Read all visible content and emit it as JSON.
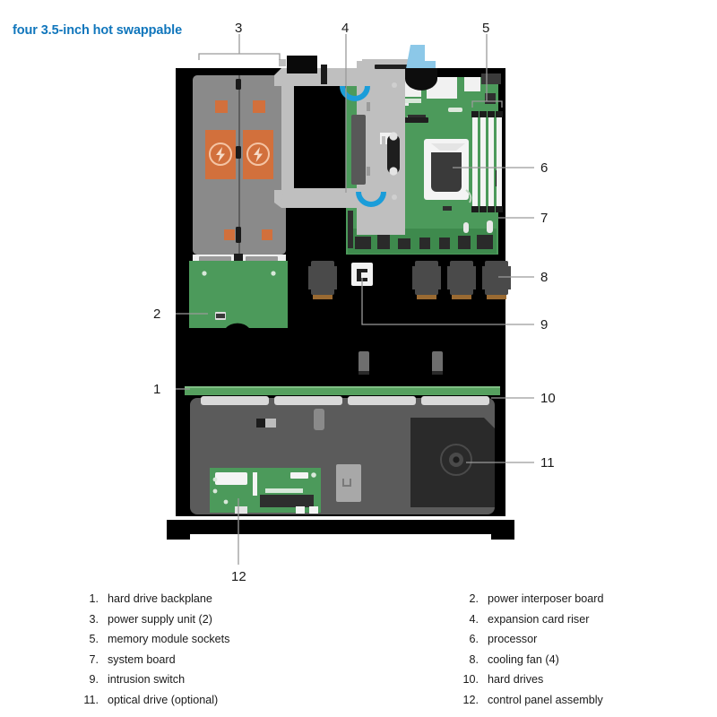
{
  "title": "four 3.5-inch hot swappable",
  "accent_color": "#1076BC",
  "legend": {
    "left": [
      {
        "num": "1.",
        "label": "hard drive backplane"
      },
      {
        "num": "3.",
        "label": "power supply unit (2)"
      },
      {
        "num": "5.",
        "label": "memory module sockets"
      },
      {
        "num": "7.",
        "label": "system board"
      },
      {
        "num": "9.",
        "label": "intrusion switch"
      },
      {
        "num": "11.",
        "label": "optical drive (optional)"
      }
    ],
    "right": [
      {
        "num": "2.",
        "label": "power interposer board"
      },
      {
        "num": "4.",
        "label": "expansion card riser"
      },
      {
        "num": "6.",
        "label": "processor"
      },
      {
        "num": "8.",
        "label": "cooling fan (4)"
      },
      {
        "num": "10.",
        "label": "hard drives"
      },
      {
        "num": "12.",
        "label": "control panel assembly"
      }
    ]
  },
  "callouts": {
    "c1": "1",
    "c2": "2",
    "c3": "3",
    "c4": "4",
    "c5": "5",
    "c6": "6",
    "c7": "7",
    "c8": "8",
    "c9": "9",
    "c10": "10",
    "c11": "11",
    "c12": "12"
  },
  "diagram": {
    "description": "Server chassis interior top view",
    "colors": {
      "chassis_black": "#000000",
      "pcb_green": "#4C9A5B",
      "pcb_green_dark": "#3E8A4D",
      "backplane_green": "#56A05F",
      "psu_gray": "#8A8A8A",
      "psu_orange": "#D2703C",
      "riser_gray": "#BFBFBF",
      "fan_gray": "#4A4A4A",
      "fan_base": "#9A6A32",
      "drive_gray": "#5B5B5B",
      "bay_gray": "#D9D9D9",
      "optical_dark": "#2A2A2A",
      "riser_blue": "#1B9DD9",
      "cable_blue": "#8CC8E8",
      "cpu_dark": "#3A3A3A",
      "leader_gray": "#9A9A9A",
      "text_dark": "#191919"
    }
  }
}
